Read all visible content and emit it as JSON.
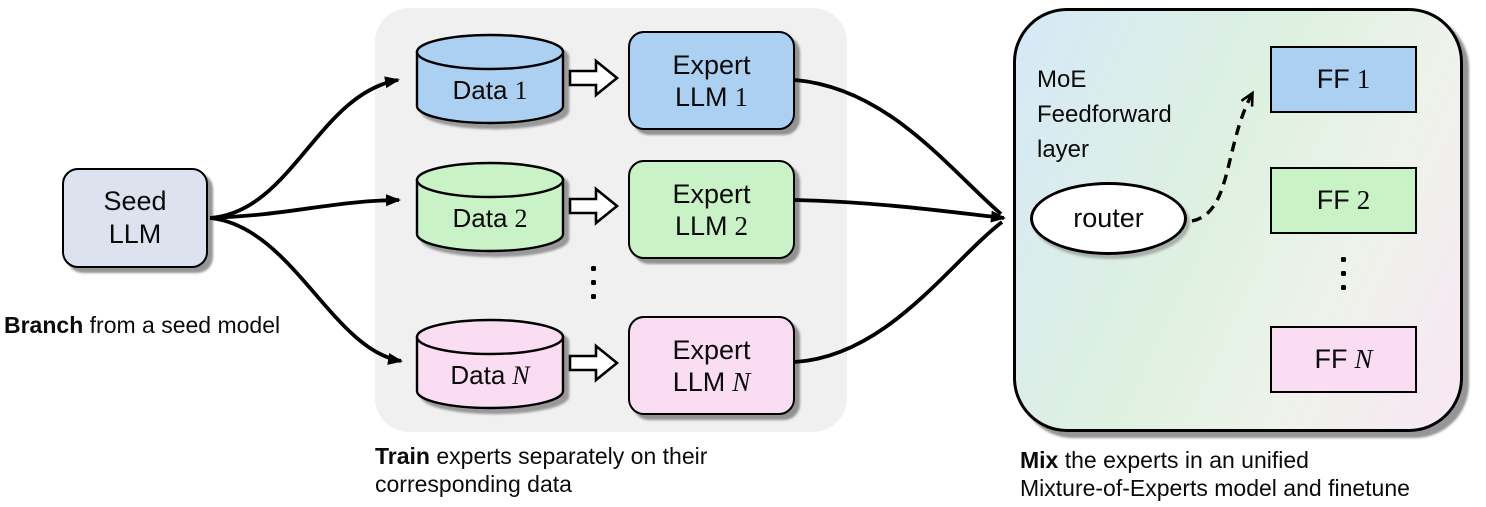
{
  "branch": {
    "seed_line1": "Seed",
    "seed_line2": "LLM",
    "caption_bold": "Branch",
    "caption_rest": " from a seed model"
  },
  "train": {
    "rows": [
      {
        "data_label": "Data",
        "num": "1",
        "expert_line1": "Expert",
        "expert_line2": "LLM"
      },
      {
        "data_label": "Data",
        "num": "2",
        "expert_line1": "Expert",
        "expert_line2": "LLM"
      },
      {
        "data_label": "Data",
        "num": "N",
        "expert_line1": "Expert",
        "expert_line2": "LLM"
      }
    ],
    "caption_bold": "Train",
    "caption_line1_rest": " experts separately on their",
    "caption_line2": "corresponding data"
  },
  "mix": {
    "layer_line1": "MoE",
    "layer_line2": "Feedforward",
    "layer_line3": "layer",
    "router_label": "router",
    "ffs": [
      {
        "label": "FF",
        "num": "1"
      },
      {
        "label": "FF",
        "num": "2"
      },
      {
        "label": "FF",
        "num": "N"
      }
    ],
    "caption_bold": "Mix",
    "caption_line1_rest": " the experts in an unified",
    "caption_line2": "Mixture-of-Experts model and finetune"
  },
  "icons": {
    "block_arrow": "right-block-arrow",
    "ellipsis": "vertical-ellipsis",
    "solid_arrow": "curved-solid-arrow",
    "dashed_arrow": "curved-dashed-arrow"
  },
  "colors": {
    "blue": "#abd0f2",
    "green": "#c9f2c7",
    "pink": "#fadcf3",
    "seed": "#dde3ee",
    "panel": "#f0f0f0",
    "moe1": "#d6e8f7",
    "moe2": "#def1e0",
    "moe3": "#f8e7f4",
    "outline": "#000000"
  }
}
